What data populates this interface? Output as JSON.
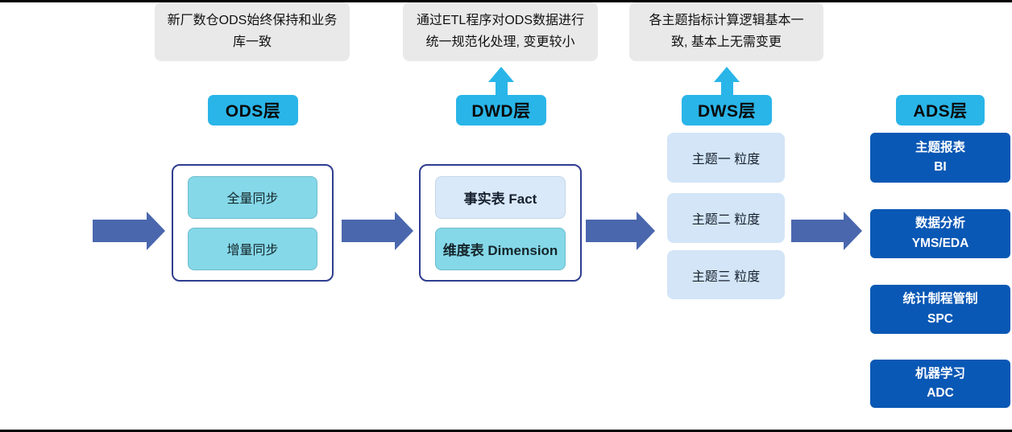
{
  "callouts": [
    {
      "text": "新厂数仓ODS始终保持和业务\n库一致"
    },
    {
      "text": "通过ETL程序对ODS数据进行\n统一规范化处理, 变更较小"
    },
    {
      "text": "各主题指标计算逻辑基本一\n致, 基本上无需变更"
    }
  ],
  "layers": {
    "ods": {
      "label": "ODS层",
      "items": [
        "全量同步",
        "增量同步"
      ]
    },
    "dwd": {
      "label": "DWD层",
      "items": [
        "事实表 Fact",
        "维度表 Dimension"
      ]
    },
    "dws": {
      "label": "DWS层",
      "items": [
        "主题一 粒度",
        "主题二 粒度",
        "主题三 粒度"
      ]
    },
    "ads": {
      "label": "ADS层",
      "items": [
        "主题报表\nBI",
        "数据分析\nYMS/EDA",
        "统计制程管制\nSPC",
        "机器学习\nADC"
      ]
    }
  },
  "colors": {
    "accent_cyan": "#29B5E8",
    "navy_border": "#2F3D8F",
    "arrow_blue": "#4A67AE",
    "ads_blue": "#0A58B5",
    "cyan_box": "#85D8E8",
    "light_blue_box": "#D9E9F9",
    "dws_box": "#D3E5F7",
    "callout_bg": "#E9E9E9"
  }
}
